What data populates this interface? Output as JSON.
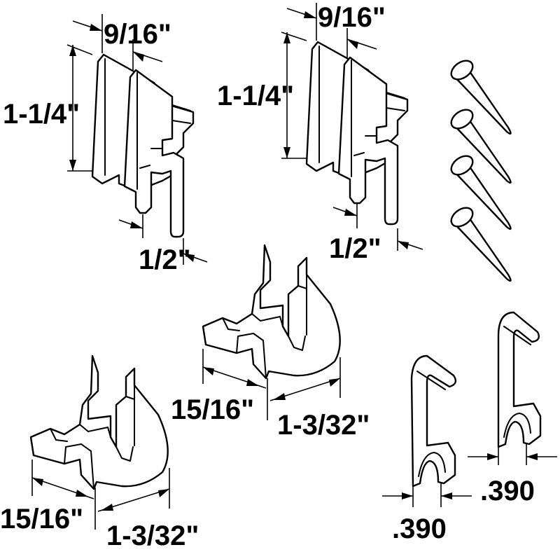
{
  "diagram": {
    "labels": {
      "clip_left_width": "9/16\"",
      "clip_left_height": "1-1/4\"",
      "clip_left_pin": "1/2\"",
      "clip_right_width": "9/16\"",
      "clip_right_height": "1-1/4\"",
      "clip_right_pin": "1/2\"",
      "guide_center_width": "15/16\"",
      "guide_center_length": "1-3/32\"",
      "guide_left_width": "15/16\"",
      "guide_left_length": "1-3/32\"",
      "hook_short_width": ".390",
      "hook_tall_width": ".390"
    }
  }
}
